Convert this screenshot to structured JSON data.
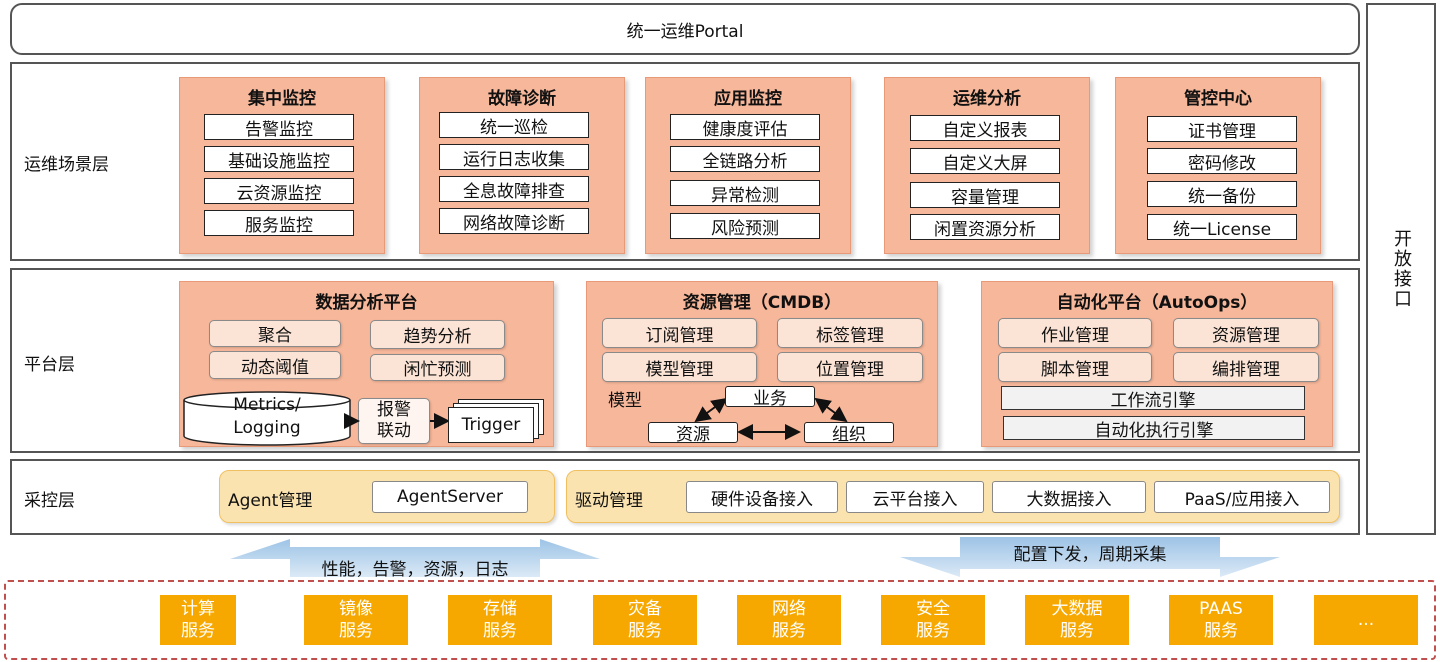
{
  "portal": "统一运维Portal",
  "open_interface": "开放接口",
  "scene_layer": {
    "label": "运维场景层",
    "groups": [
      {
        "title": "集中监控",
        "items": [
          "告警监控",
          "基础设施监控",
          "云资源监控",
          "服务监控"
        ]
      },
      {
        "title": "故障诊断",
        "items": [
          "统一巡检",
          "运行日志收集",
          "全息故障排查",
          "网络故障诊断"
        ]
      },
      {
        "title": "应用监控",
        "items": [
          "健康度评估",
          "全链路分析",
          "异常检测",
          "风险预测"
        ]
      },
      {
        "title": "运维分析",
        "items": [
          "自定义报表",
          "自定义大屏",
          "容量管理",
          "闲置资源分析"
        ]
      },
      {
        "title": "管控中心",
        "items": [
          "证书管理",
          "密码修改",
          "统一备份",
          "统一License"
        ]
      }
    ]
  },
  "platform_layer": {
    "label": "平台层",
    "data_analysis": {
      "title": "数据分析平台",
      "items": [
        "聚合",
        "趋势分析",
        "动态阈值",
        "闲忙预测"
      ],
      "db_line1": "Metrics/",
      "db_line2": "Logging",
      "alarm_line1": "报警",
      "alarm_line2": "联动",
      "trigger": "Trigger"
    },
    "cmdb": {
      "title": "资源管理（CMDB）",
      "items": [
        "订阅管理",
        "标签管理",
        "模型管理",
        "位置管理"
      ],
      "model_label": "模型",
      "nodes": [
        "业务",
        "资源",
        "组织"
      ]
    },
    "autoops": {
      "title": "自动化平台（AutoOps）",
      "items": [
        "作业管理",
        "资源管理",
        "脚本管理",
        "编排管理"
      ],
      "engines": [
        "工作流引擎",
        "自动化执行引擎"
      ]
    }
  },
  "collect_layer": {
    "label": "采控层",
    "agent_label": "Agent管理",
    "agent_server": "AgentServer",
    "driver_label": "驱动管理",
    "drivers": [
      "硬件设备接入",
      "云平台接入",
      "大数据接入",
      "PaaS/应用接入"
    ]
  },
  "arrows": {
    "up": "性能，告警，资源，日志",
    "down": "配置下发，周期采集"
  },
  "services": [
    {
      "line1": "计算",
      "line2": "服务"
    },
    {
      "line1": "镜像",
      "line2": "服务"
    },
    {
      "line1": "存储",
      "line2": "服务"
    },
    {
      "line1": "灾备",
      "line2": "服务"
    },
    {
      "line1": "网络",
      "line2": "服务"
    },
    {
      "line1": "安全",
      "line2": "服务"
    },
    {
      "line1": "大数据",
      "line2": "服务"
    },
    {
      "line1": "PAAS",
      "line2": "服务"
    },
    {
      "line1": "...",
      "line2": ""
    }
  ],
  "colors": {
    "orange_panel": "#f7b79a",
    "pill": "#fbe3d5",
    "yellow_panel": "#fbe3b0",
    "service": "#f7a800",
    "arrow": "#9dc3e6",
    "dash": "#c0504d"
  }
}
